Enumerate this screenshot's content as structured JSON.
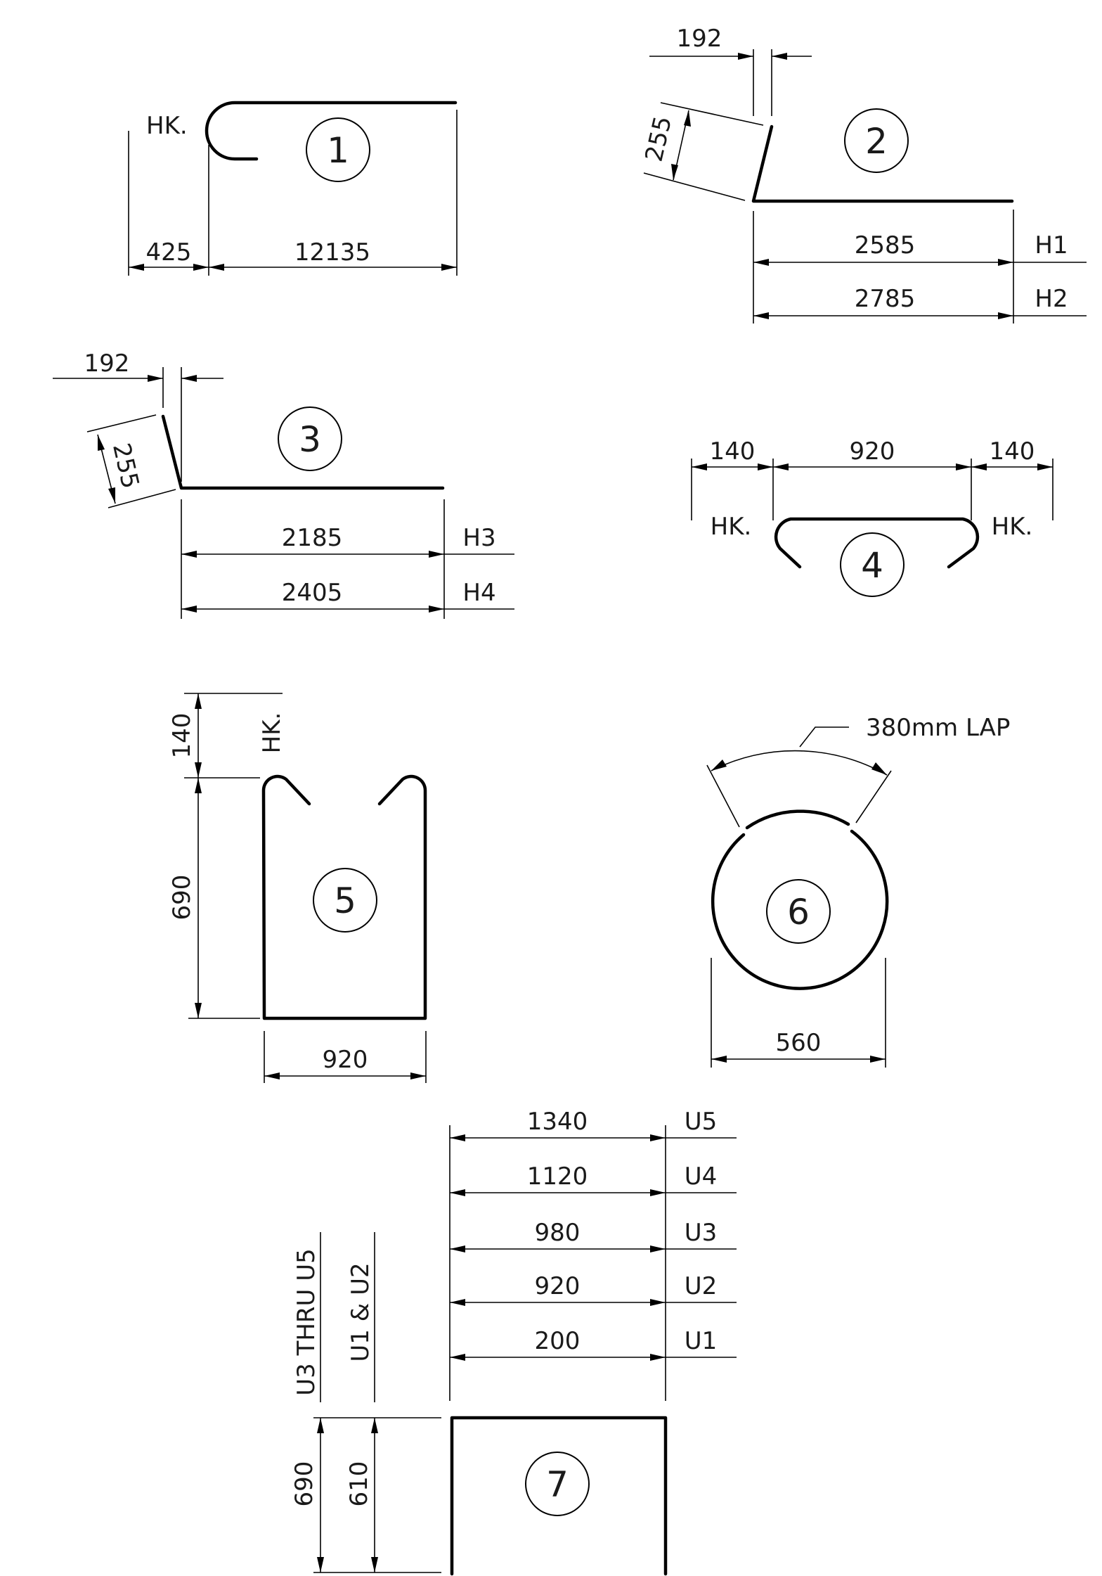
{
  "shapes": {
    "s1": {
      "number": "1",
      "hook": "HK.",
      "dims": {
        "hook_len": "425",
        "length": "12135"
      }
    },
    "s2": {
      "number": "2",
      "dims": {
        "top": "192",
        "slope": "255",
        "h1": "2585",
        "h2": "2785"
      },
      "tags": {
        "h1": "H1",
        "h2": "H2"
      }
    },
    "s3": {
      "number": "3",
      "dims": {
        "top": "192",
        "slope": "255",
        "h3": "2185",
        "h4": "2405"
      },
      "tags": {
        "h3": "H3",
        "h4": "H4"
      }
    },
    "s4": {
      "number": "4",
      "hook_left": "HK.",
      "hook_right": "HK.",
      "dims": {
        "left": "140",
        "middle": "920",
        "right": "140"
      }
    },
    "s5": {
      "number": "5",
      "hook": "HK.",
      "dims": {
        "hook_len": "140",
        "height": "690",
        "width": "920"
      }
    },
    "s6": {
      "number": "6",
      "lap_note": "380mm LAP",
      "dims": {
        "diameter": "560"
      }
    },
    "s7": {
      "number": "7",
      "levels": [
        {
          "value": "1340",
          "tag": "U5"
        },
        {
          "value": "1120",
          "tag": "U4"
        },
        {
          "value": "980",
          "tag": "U3"
        },
        {
          "value": "920",
          "tag": "U2"
        },
        {
          "value": "200",
          "tag": "U1"
        }
      ],
      "notes": {
        "u3_u5": "U3 THRU U5",
        "u1_u2": "U1 & U2"
      },
      "dims": {
        "h_u3_u5": "690",
        "h_u1_u2": "610"
      }
    }
  }
}
